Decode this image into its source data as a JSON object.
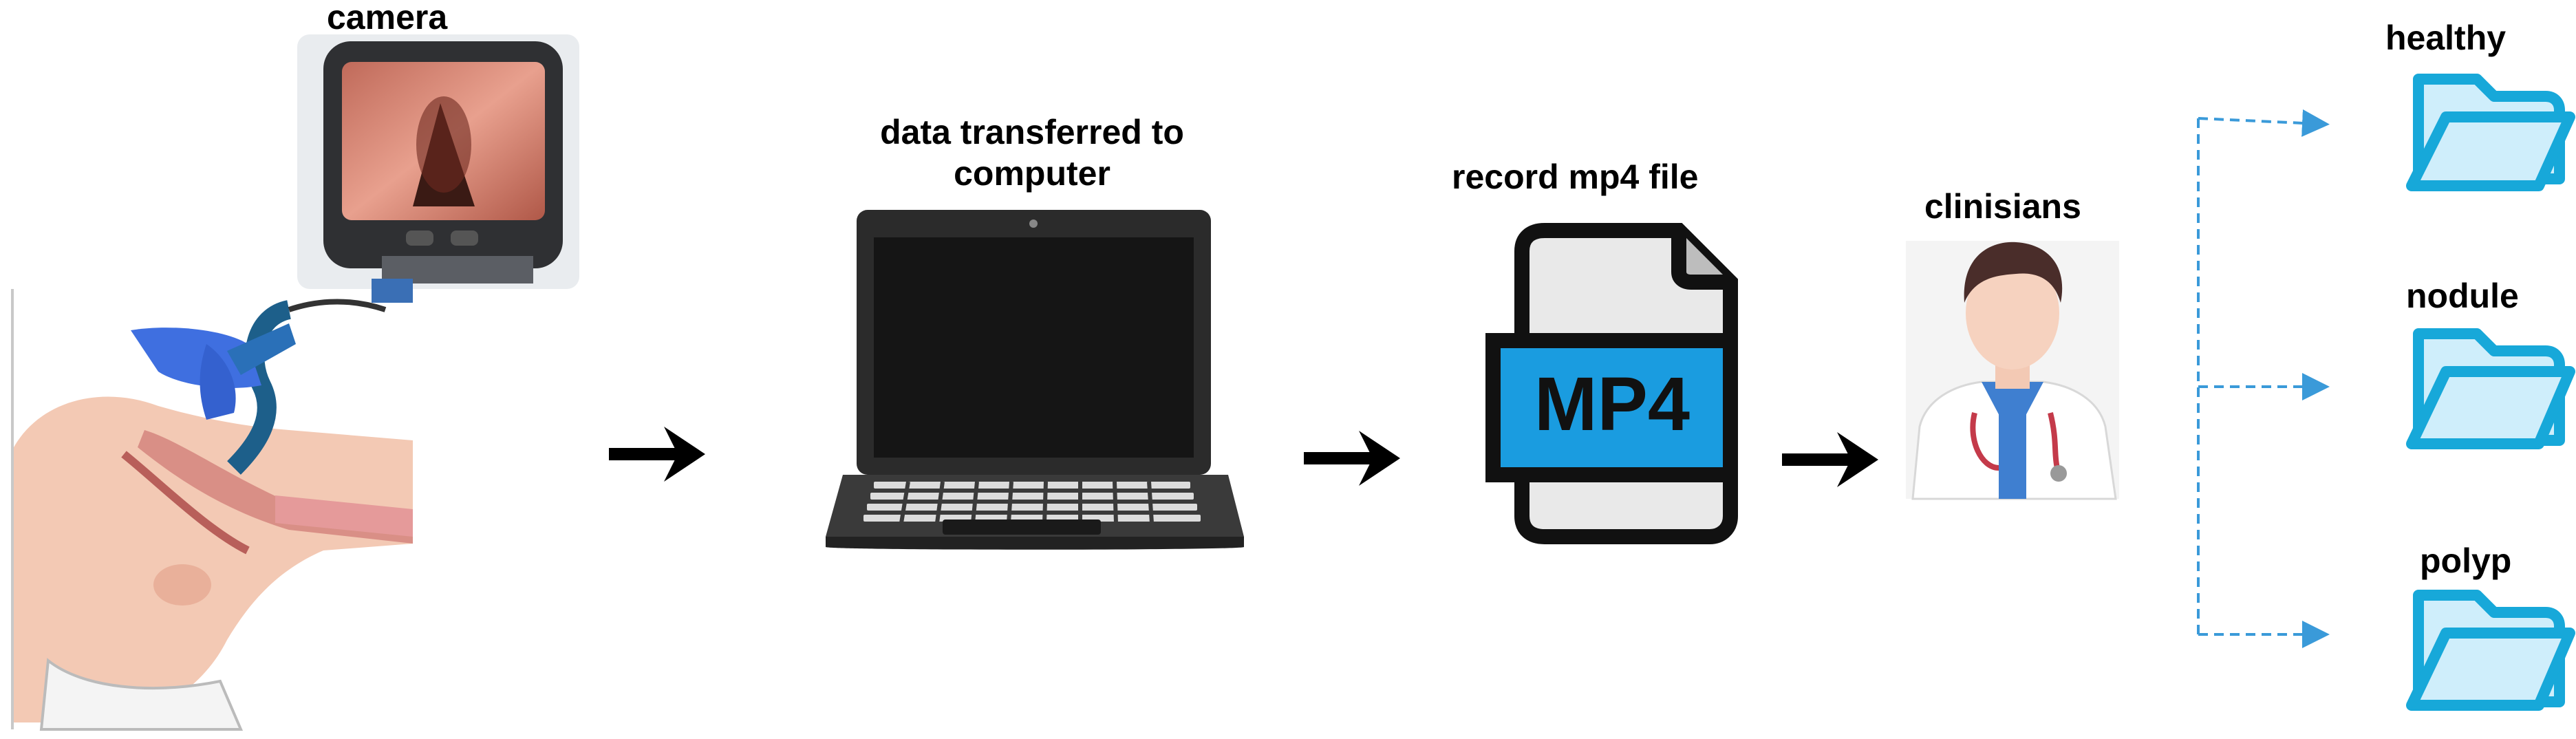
{
  "labels": {
    "camera": "camera",
    "transfer": "data transferred to\ncomputer",
    "record": "record mp4 file",
    "clinicians": "clinisians",
    "healthy": "healthy",
    "nodule": "nodule",
    "polyp": "polyp"
  },
  "file_badge": "MP4",
  "colors": {
    "arrow": "#000000",
    "dashed_arrow": "#3a9ad9",
    "folder_stroke": "#17a8d9",
    "folder_fill": "#cfeefb",
    "mp4_band": "#1a9ce0",
    "glove": "#3f6fe0",
    "skin": "#f3c9b4"
  }
}
